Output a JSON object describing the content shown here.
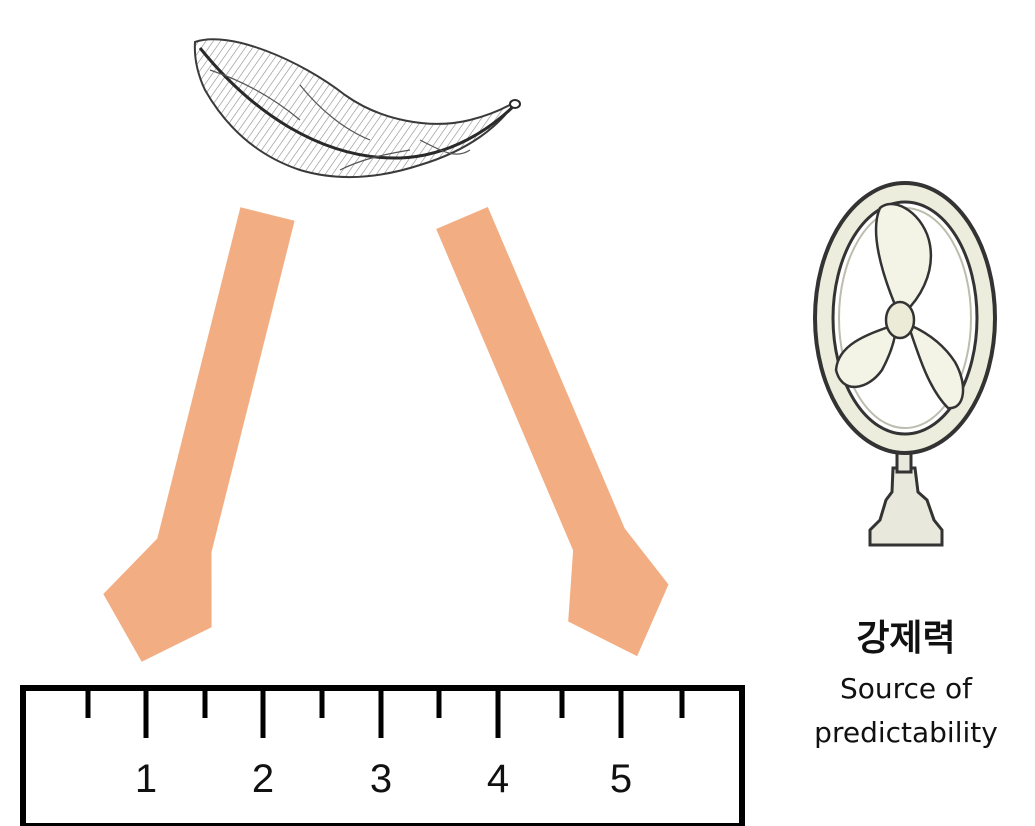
{
  "colors": {
    "arrow": "#f2ae82",
    "ruler_stroke": "#000000",
    "feather_shade": "#9a9a9a",
    "fan_ring": "#ededdd",
    "fan_blade": "#f3f3e6",
    "fan_line": "#333333"
  },
  "icons": {
    "feather": "feather-icon",
    "fan": "fan-icon"
  },
  "ruler": {
    "tick_labels": [
      "1",
      "2",
      "3",
      "4",
      "5"
    ]
  },
  "caption": {
    "title": "강제력",
    "line1": "Source of",
    "line2": "predictability"
  }
}
